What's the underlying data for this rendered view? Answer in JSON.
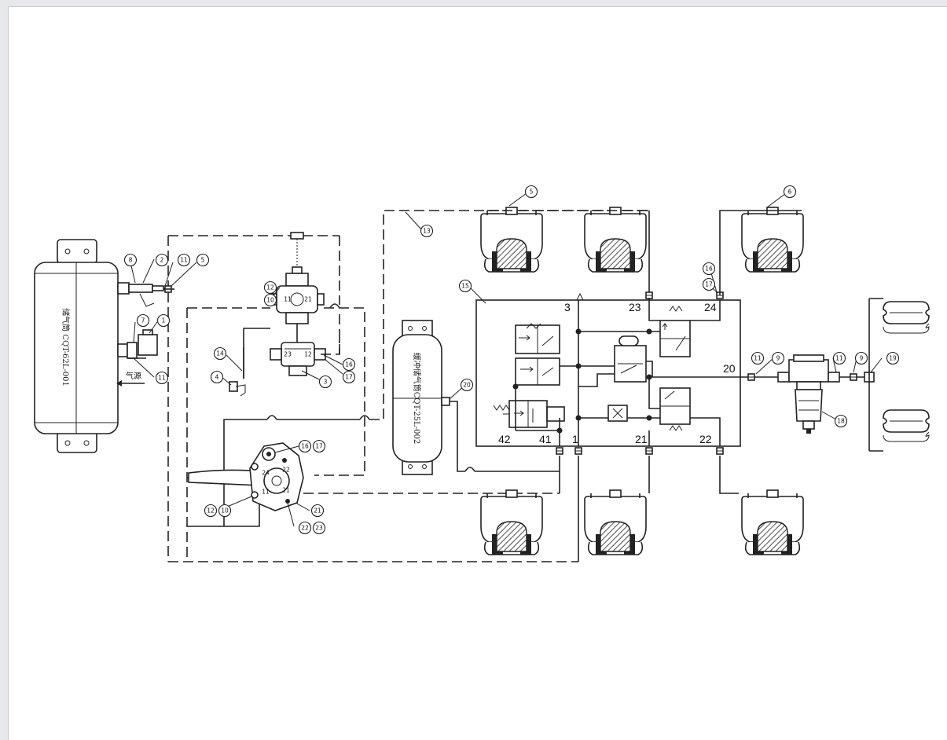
{
  "tanks": {
    "main": "储气筒 CQT-62L-001",
    "buffer": "缓冲储气筒CQT-25L-002"
  },
  "air_source_label": "气源",
  "ports": {
    "p3": "3",
    "p23": "23",
    "p24": "24",
    "p20": "20",
    "p42": "42",
    "p41": "41",
    "p1": "1",
    "p21": "21",
    "p22": "22"
  },
  "valve_ports": {
    "v23": "23",
    "v12": "12",
    "v11": "11",
    "v21": "21",
    "lv24": "24",
    "lv22": "22",
    "lv11": "11",
    "lv21": "21"
  },
  "callouts": {
    "c5_top": "5",
    "c6": "6",
    "c13": "13",
    "c15": "15",
    "c16_top": "16",
    "c17_top": "17",
    "c8": "8",
    "c2": "2",
    "c11_a": "11",
    "c5_left": "5",
    "c7": "7",
    "c1": "1",
    "c11_b": "11",
    "c12_a": "12",
    "c10_a": "10",
    "c14": "14",
    "c4": "4",
    "c3": "3",
    "c16_mid": "16",
    "c17_mid": "17",
    "c20_tank": "20",
    "c16_lev": "16",
    "c17_lev": "17",
    "c12_b": "12",
    "c10_b": "10",
    "c21": "21",
    "c22": "22",
    "c23": "23",
    "c11_r": "11",
    "c9_r": "9",
    "c11_r2": "11",
    "c9_r2": "9",
    "c19": "19",
    "c18": "18"
  }
}
